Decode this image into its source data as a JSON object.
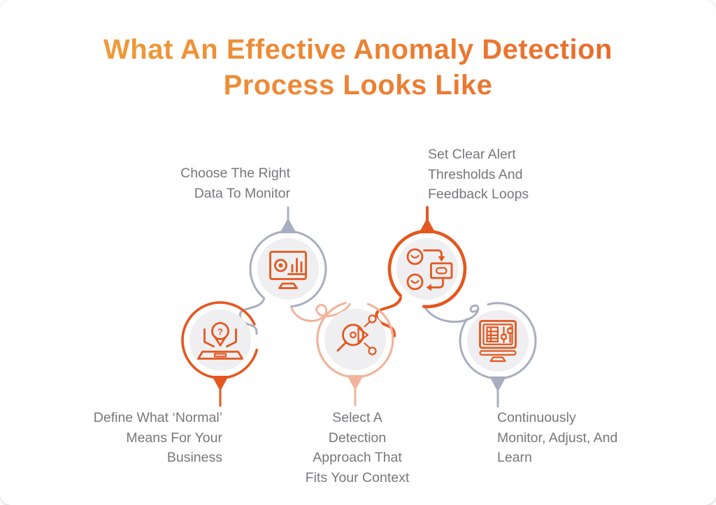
{
  "title": {
    "text": "What An Effective Anomaly Detection\nProcess Looks Like"
  },
  "colors": {
    "orange": "#E4571E",
    "light-orange": "#F1B49B",
    "gray": "#A8AEBF",
    "circle-fill": "#EFEFF1",
    "label-gray": "#76777B",
    "title-grad-start": "#F0A43C",
    "title-grad-end": "#E8612A",
    "page-bg": "#FFFFFF"
  },
  "steps": [
    {
      "order": 1,
      "label": "Define What ‘Normal’\nMeans For Your\nBusiness",
      "icon": "laptop-location-question-icon",
      "ring_color": "orange",
      "tail_direction": "down"
    },
    {
      "order": 2,
      "label": "Choose The Right\nData To Monitor",
      "icon": "monitor-analytics-icon",
      "ring_color": "gray",
      "tail_direction": "up"
    },
    {
      "order": 3,
      "label": "Select A\nDetection\nApproach That\nFits Your Context",
      "icon": "magnifier-network-icon",
      "ring_color": "light-orange",
      "tail_direction": "down"
    },
    {
      "order": 4,
      "label": "Set Clear Alert\nThresholds And\nFeedback Loops",
      "icon": "feedback-loop-icon",
      "ring_color": "orange",
      "tail_direction": "up"
    },
    {
      "order": 5,
      "label": "Continuously\nMonitor, Adjust, And\nLearn",
      "icon": "laptop-checklist-sliders-icon",
      "ring_color": "gray",
      "tail_direction": "down"
    }
  ],
  "icon_glyphs": {
    "question_mark": "?"
  }
}
